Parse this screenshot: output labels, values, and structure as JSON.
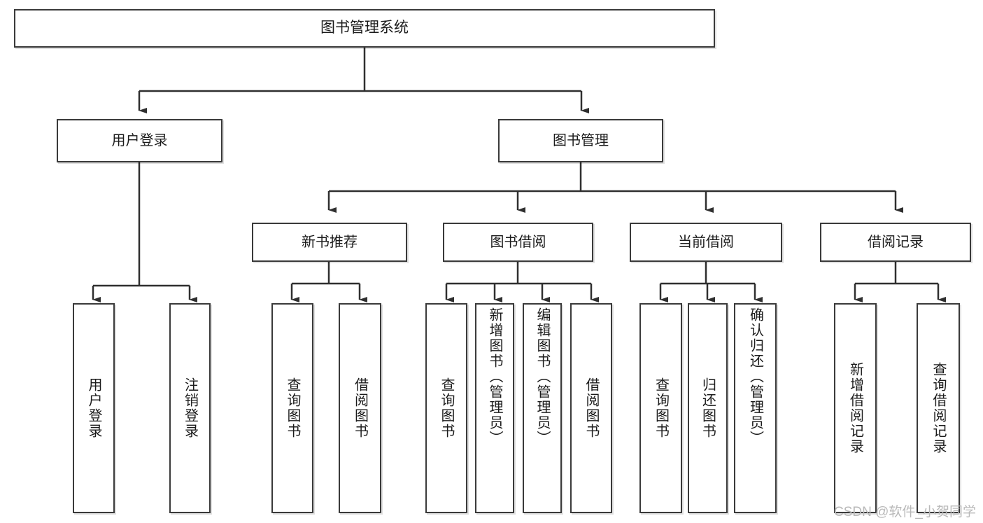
{
  "diagram": {
    "title": "图书管理系统",
    "type": "hierarchy-tree",
    "root": {
      "id": "root",
      "label": "图书管理系统"
    },
    "level2": [
      {
        "id": "user-login",
        "label": "用户登录"
      },
      {
        "id": "book-management",
        "label": "图书管理"
      }
    ],
    "level3": [
      {
        "id": "new-book-recommend",
        "label": "新书推荐"
      },
      {
        "id": "book-borrow",
        "label": "图书借阅"
      },
      {
        "id": "current-borrow",
        "label": "当前借阅"
      },
      {
        "id": "borrow-record",
        "label": "借阅记录"
      }
    ],
    "leaves": [
      {
        "id": "leaf-user-login",
        "label": "用户登录",
        "parent": "user-login"
      },
      {
        "id": "leaf-logout-login",
        "label": "注销登录",
        "parent": "user-login"
      },
      {
        "id": "leaf-query-book-1",
        "label": "查询图书",
        "parent": "new-book-recommend"
      },
      {
        "id": "leaf-borrow-book-1",
        "label": "借阅图书",
        "parent": "new-book-recommend"
      },
      {
        "id": "leaf-query-book-2",
        "label": "查询图书",
        "parent": "book-borrow"
      },
      {
        "id": "leaf-add-book",
        "label": "新增图书（管理员）",
        "parent": "book-borrow"
      },
      {
        "id": "leaf-edit-book",
        "label": "编辑图书（管理员）",
        "parent": "book-borrow"
      },
      {
        "id": "leaf-borrow-book-2",
        "label": "借阅图书",
        "parent": "book-borrow"
      },
      {
        "id": "leaf-query-book-3",
        "label": "查询图书",
        "parent": "current-borrow"
      },
      {
        "id": "leaf-return-book",
        "label": "归还图书",
        "parent": "current-borrow"
      },
      {
        "id": "leaf-confirm-return",
        "label": "确认归还（管理员）",
        "parent": "current-borrow"
      },
      {
        "id": "leaf-add-record",
        "label": "新增借阅记录",
        "parent": "borrow-record"
      },
      {
        "id": "leaf-query-record",
        "label": "查询借阅记录",
        "parent": "borrow-record"
      }
    ]
  },
  "watermark": {
    "text": "CSDN @软件_小贺同学"
  },
  "colors": {
    "border": "#3a3a3a",
    "text": "#1b1b1b",
    "background": "#ffffff",
    "connector": "#2f2f2f",
    "watermark": "#b9b9b9"
  }
}
